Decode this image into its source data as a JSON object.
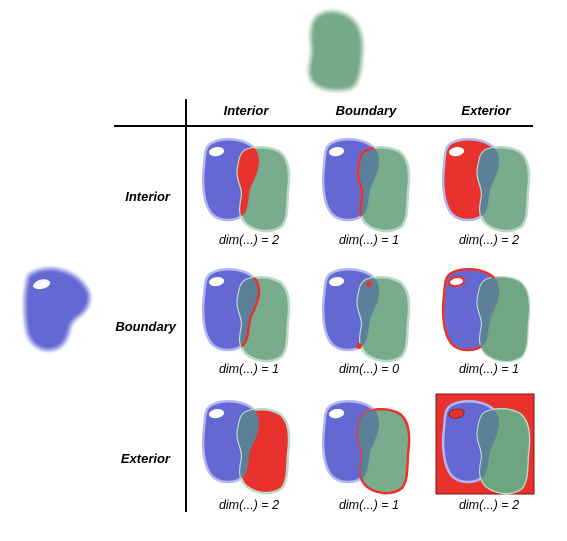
{
  "colors": {
    "shape_a": "#6468D2",
    "shape_b": "#6EA582",
    "intersection": "#E8322E",
    "overlap": "#5C7F9A",
    "background": "#FFFFFF"
  },
  "column_headers": [
    "Interior",
    "Boundary",
    "Exterior"
  ],
  "row_headers": [
    "Interior",
    "Boundary",
    "Exterior"
  ],
  "cells": [
    [
      "dim(...) = 2",
      "dim(...) = 1",
      "dim(...) = 2"
    ],
    [
      "dim(...) = 1",
      "dim(...) = 0",
      "dim(...) = 1"
    ],
    [
      "dim(...) = 2",
      "dim(...) = 1",
      "dim(...) = 2"
    ]
  ]
}
